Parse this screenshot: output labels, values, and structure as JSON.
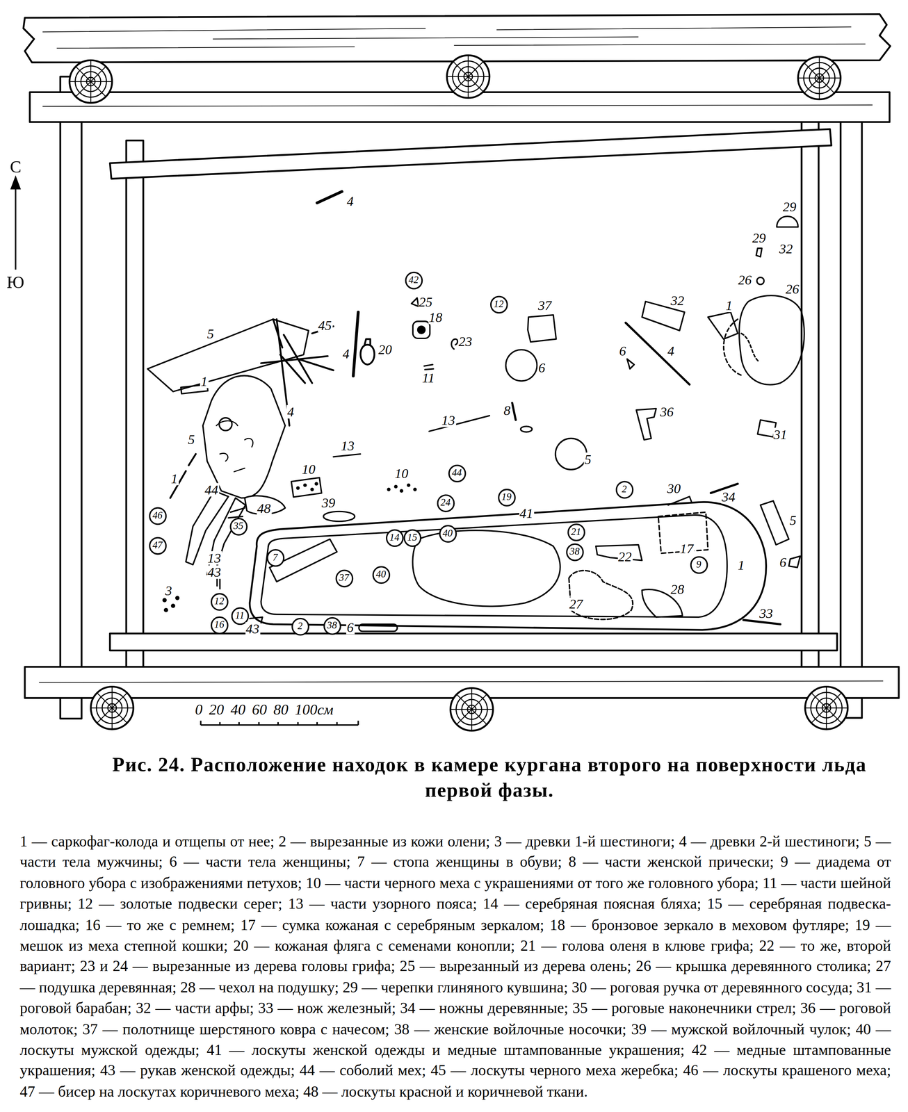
{
  "diagram": {
    "title": "Рис. 24. Расположение находок в камере кургана второго на поверхности льда первой фазы.",
    "caption": "1 — саркофаг-колода и отщепы от нее; 2 — вырезанные из кожи олени; 3 — древки 1-й шестиноги; 4 — древки 2-й шестиноги; 5 — части тела мужчины; 6 — части тела женщины; 7 — стопа женщины в обуви; 8 — части женской прически; 9 — диадема от головного убора с изображениями петухов; 10 — части черного меха с украшениями от того же головного убора; 11 — части шейной гривны; 12 — золотые подвески серег; 13 — части узорного пояса; 14 — серебряная поясная бляха; 15 — серебряная подвеска-лошадка; 16 — то же с ремнем; 17 — сумка кожаная с серебряным зеркалом; 18 — бронзовое зеркало в меховом футляре; 19 — мешок из меха степной кошки; 20 — кожаная фляга с семенами конопли; 21 — голова оленя в клюве грифа; 22 — то же, второй вариант; 23 и 24 — вырезанные из дерева головы грифа; 25 — вырезанный из дерева олень; 26 — крышка деревянного столика; 27 — подушка деревянная; 28 — чехол на подушку; 29 — черепки глиняного кувшина; 30 — роговая ручка от деревянного сосуда; 31 — роговой барабан; 32 — части арфы; 33 — нож железный; 34 — ножны деревянные; 35 — роговые наконечники стрел; 36 — роговой молоток; 37 — полотнище шерстяного ковра с начесом; 38 — женские войлочные носочки; 39 — мужской войлочный чулок; 40 — лоскуты мужской одежды; 41 — лоскуты женской одежды и медные штампованные украшения; 42 — медные штампованные украшения; 43 — рукав женской одежды; 44 — соболий мех; 45 — лоскуты черного меха жеребка; 46 — лоскуты крашеного меха; 47 — бисер на лоскутах коричневого меха; 48 — лоскуты красной и коричневой ткани.",
    "nodes": [
      {
        "text": [
          "42"
        ]
      },
      {
        "text": [
          "12"
        ]
      },
      {
        "text": [
          "44"
        ]
      },
      {
        "text": [
          "24"
        ]
      },
      {
        "text": [
          "19"
        ]
      },
      {
        "text": [
          "2"
        ]
      },
      {
        "text": [
          "35"
        ]
      },
      {
        "text": [
          "46"
        ]
      },
      {
        "text": [
          "47"
        ]
      },
      {
        "text": [
          "1"
        ]
      },
      {
        "text": [
          "14"
        ],
        "in": 9
      },
      {
        "text": [
          "15"
        ],
        "in": 9
      },
      {
        "text": [
          "40"
        ],
        "in": 9
      },
      {
        "text": [
          "21"
        ],
        "in": 9
      },
      {
        "text": [
          "38"
        ],
        "in": 9
      },
      {
        "text": [
          "7"
        ],
        "in": 9
      },
      {
        "text": [
          "9"
        ],
        "in": 9
      },
      {
        "text": [
          "37"
        ],
        "in": 9
      },
      {
        "text": [
          "40"
        ],
        "in": 9
      },
      {
        "text": [
          "12"
        ]
      },
      {
        "text": [
          "11"
        ]
      },
      {
        "text": [
          "16"
        ]
      },
      {
        "text": [
          "2"
        ]
      },
      {
        "text": [
          "38"
        ]
      }
    ],
    "labels": [
      "С",
      "Ю",
      "29",
      "29",
      "32",
      "26",
      "26",
      "4",
      "25",
      "37",
      "32",
      "1",
      "18",
      "45",
      "5",
      "23",
      "20",
      "4",
      "6",
      "4",
      "6",
      "11",
      "1",
      "8",
      "36",
      "4",
      "13",
      "31",
      "5",
      "13",
      "5",
      "10",
      "10",
      "1",
      "44",
      "30",
      "34",
      "39",
      "48",
      "41",
      "5",
      "17",
      "22",
      "13",
      "6",
      "43",
      "28",
      "3",
      "27",
      "33",
      "43",
      "6",
      "0 20 40 60 80 100см"
    ]
  }
}
